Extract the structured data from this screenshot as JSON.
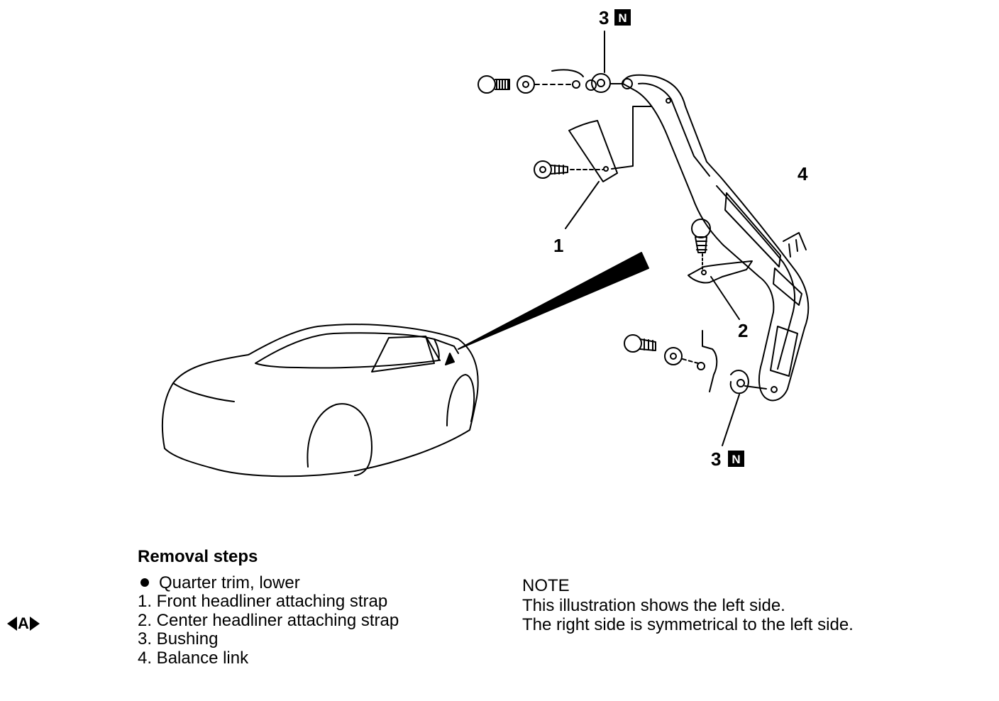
{
  "diagram": {
    "callouts": {
      "c1": "1",
      "c2": "2",
      "c3_top": "3",
      "c3_bottom": "3",
      "c4": "4",
      "n_top": "N",
      "n_bottom": "N"
    }
  },
  "removal_steps": {
    "heading": "Removal steps",
    "items": [
      "Quarter trim, lower",
      "1. Front headliner attaching strap",
      "2. Center headliner attaching strap",
      "3. Bushing",
      "4. Balance link"
    ]
  },
  "side_marker": {
    "label": "A"
  },
  "note": {
    "title": "NOTE",
    "lines": [
      "This illustration shows the left side.",
      "The right side is symmetrical to the left side."
    ]
  }
}
